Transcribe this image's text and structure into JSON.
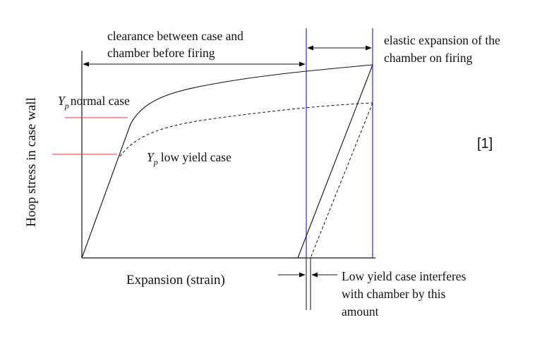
{
  "axes": {
    "y_label": "Hoop stress in case wall",
    "x_label": "Expansion (strain)"
  },
  "annotations": {
    "clearance_line1": "clearance between case and",
    "clearance_line2": "chamber before firing",
    "elastic_line1": "elastic expansion of the",
    "elastic_line2": "chamber on firing",
    "yp_symbol": "Y",
    "yp_subscript": "p",
    "yp_normal_text": "normal case",
    "yp_low_text": "low yield case",
    "interferes_line1": "Low yield case interferes",
    "interferes_line2": "with chamber by this",
    "interferes_line3": "amount",
    "reference": "[1]"
  },
  "colors": {
    "ink": "#111111",
    "chamber_line": "#2b2bd6",
    "yield_marker": "#e53333"
  }
}
